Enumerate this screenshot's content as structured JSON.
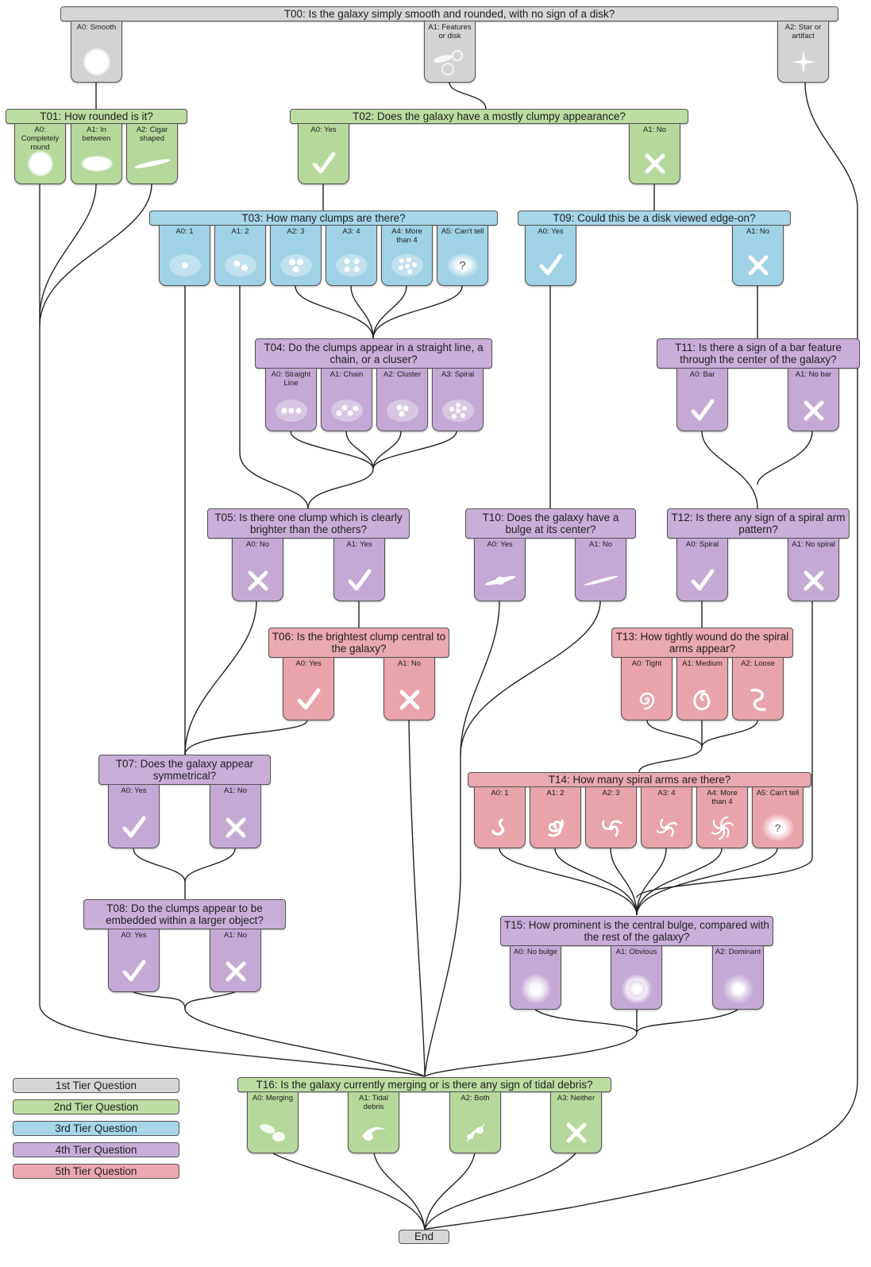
{
  "colors": {
    "tier1": "#d3d3d3",
    "tier2": "#b6d89b",
    "tier3": "#9fd2e4",
    "tier4": "#c4a9d4",
    "tier5": "#e8a3ab"
  },
  "questions": {
    "T00": "T00: Is the galaxy simply smooth and rounded, with no sign of a disk?",
    "T01": "T01: How rounded is it?",
    "T02": "T02: Does the galaxy have a mostly clumpy appearance?",
    "T03": "T03: How many clumps are there?",
    "T04": "T04: Do the clumps appear in a straight line, a chain, or a cluser?",
    "T05": "T05: Is there one clump which is clearly brighter than the others?",
    "T06": "T06: Is the brightest clump central to the galaxy?",
    "T07": "T07: Does the galaxy appear symmetrical?",
    "T08": "T08: Do the clumps appear to be embedded within a larger object?",
    "T09": "T09: Could this be a disk viewed edge-on?",
    "T10": "T10: Does the galaxy have a bulge at its center?",
    "T11": "T11: Is there a sign of a bar feature through the center of the galaxy?",
    "T12": "T12: Is there any sign of a spiral arm pattern?",
    "T13": "T13: How tightly wound do the spiral arms appear?",
    "T14": "T14: How many spiral arms are there?",
    "T15": "T15: How prominent is the central bulge, compared with the rest of the galaxy?",
    "T16": "T16: Is the galaxy currently merging or is there any sign of tidal debris?"
  },
  "answers": {
    "T00": [
      "A0: Smooth",
      "A1: Features or disk",
      "A2: Star or artifact"
    ],
    "T01": [
      "A0: Completely round",
      "A1: In between",
      "A2: Cigar shaped"
    ],
    "T02": [
      "A0: Yes",
      "A1: No"
    ],
    "T03": [
      "A0: 1",
      "A1: 2",
      "A2: 3",
      "A3: 4",
      "A4: More than 4",
      "A5: Can't tell"
    ],
    "T04": [
      "A0: Straight Line",
      "A1: Chain",
      "A2: Cluster",
      "A3: Spiral"
    ],
    "T05": [
      "A0: No",
      "A1: Yes"
    ],
    "T06": [
      "A0: Yes",
      "A1: No"
    ],
    "T07": [
      "A0: Yes",
      "A1: No"
    ],
    "T08": [
      "A0: Yes",
      "A1: No"
    ],
    "T09": [
      "A0: Yes",
      "A1: No"
    ],
    "T10": [
      "A0: Yes",
      "A1: No"
    ],
    "T11": [
      "A0: Bar",
      "A1: No bar"
    ],
    "T12": [
      "A0: Spiral",
      "A1: No spiral"
    ],
    "T13": [
      "A0: Tight",
      "A1: Medium",
      "A2: Loose"
    ],
    "T14": [
      "A0: 1",
      "A1: 2",
      "A2: 3",
      "A3: 4",
      "A4: More than 4",
      "A5: Can't tell"
    ],
    "T15": [
      "A0: No bulge",
      "A1: Obvious",
      "A2: Dominant"
    ],
    "T16": [
      "A0: Merging",
      "A1: Tidal debris",
      "A2: Both",
      "A3: Neither"
    ]
  },
  "canttell_mark": "?",
  "legend": [
    "1st Tier Question",
    "2nd Tier Question",
    "3rd Tier Question",
    "4th Tier Question",
    "5th Tier Question"
  ],
  "end_label": "End"
}
